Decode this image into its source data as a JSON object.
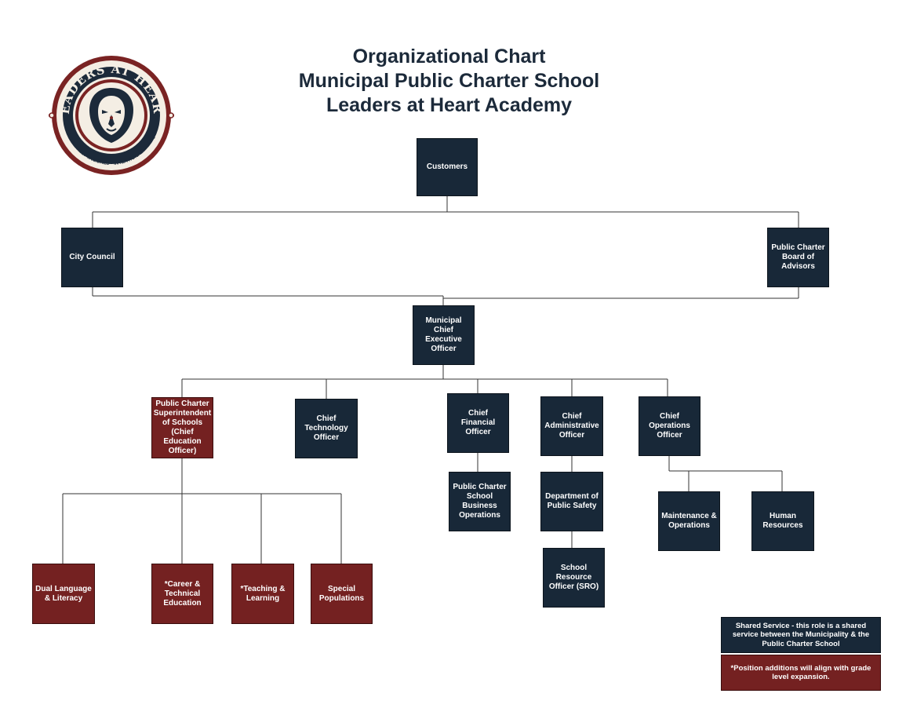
{
  "header": {
    "line1": "Organizational Chart",
    "line2": "Municipal Public Charter School",
    "line3": "Leaders at Heart Academy"
  },
  "logo": {
    "top_text": "LEADERS AT HEART",
    "bottom_text": "INDIVIDUALLY TAILORED • INTENTIONALLY UNIQUE",
    "icon": "lion-head-icon",
    "colors": {
      "ring": "#7a2323",
      "navy": "#1c2a3a",
      "cream": "#f4eee4"
    }
  },
  "nodes": {
    "customers": "Customers",
    "city_council": "City Council",
    "board": "Public Charter Board of Advisors",
    "ceo": "Municipal Chief Executive Officer",
    "superintendent": "Public Charter Superintendent of Schools (Chief Education Officer)",
    "cto": "Chief Technology Officer",
    "cfo": "Chief Financial Officer",
    "cao": "Chief Administrative Officer",
    "coo": "Chief Operations Officer",
    "business_ops": "Public Charter School Business Operations",
    "public_safety": "Department of Public Safety",
    "sro": "School Resource Officer (SRO)",
    "maintenance": "Maintenance & Operations",
    "hr": "Human Resources",
    "dual_language": "Dual Language & Literacy",
    "cte": "*Career & Technical Education",
    "teaching": "*Teaching & Learning",
    "special_pop": "Special Populations"
  },
  "legend": {
    "shared": "Shared Service - this role is a shared service between the Municipality & the Public Charter School",
    "position": "*Position additions will align with grade level expansion."
  },
  "colors": {
    "navy": "#182838",
    "maroon": "#742121",
    "line": "#333333",
    "title": "#1c2a3a"
  }
}
